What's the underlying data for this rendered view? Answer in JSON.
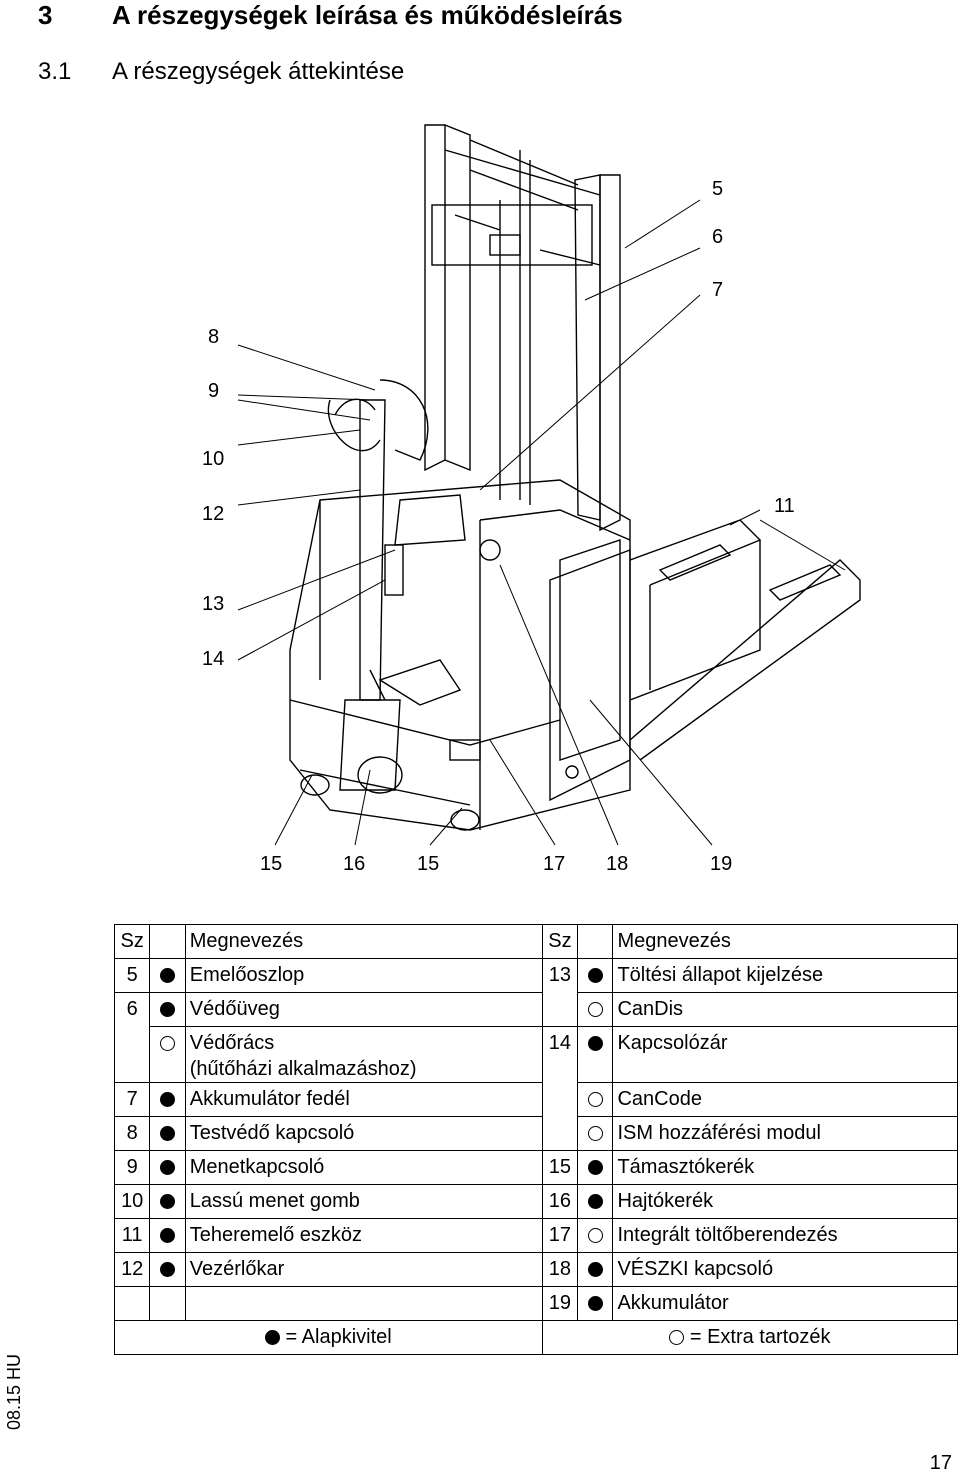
{
  "heading": {
    "number": "3",
    "title": "A részegységek leírása és működésleírás"
  },
  "subheading": {
    "number": "3.1",
    "title": "A részegységek áttekintése"
  },
  "figure": {
    "callouts": [
      "5",
      "6",
      "7",
      "8",
      "9",
      "10",
      "12",
      "11",
      "13",
      "14",
      "15",
      "16",
      "15",
      "17",
      "18",
      "19"
    ]
  },
  "table": {
    "header": {
      "sz1": "Sz",
      "name1": "Megnevezés",
      "sz2": "Sz",
      "name2": "Megnevezés"
    },
    "rows": [
      {
        "sz1": "5",
        "m1": "std",
        "n1": "Emelőoszlop",
        "sz2": "13",
        "m2": "std",
        "n2": "Töltési állapot kijelzése"
      },
      {
        "sz1": "6",
        "m1": "std",
        "n1": "Védőüveg",
        "sz2": "",
        "m2": "opt",
        "n2": "CanDis"
      },
      {
        "sz1": "",
        "m1": "opt",
        "n1": "Védőrács",
        "n1b": "(hűtőházi alkalmazáshoz)",
        "sz2": "14",
        "m2": "std",
        "n2": "Kapcsolózár"
      },
      {
        "sz1": "7",
        "m1": "std",
        "n1": "Akkumulátor fedél",
        "sz2": "",
        "m2": "opt",
        "n2": "CanCode"
      },
      {
        "sz1": "8",
        "m1": "std",
        "n1": "Testvédő kapcsoló",
        "sz2": "",
        "m2": "opt",
        "n2": "ISM hozzáférési modul"
      },
      {
        "sz1": "9",
        "m1": "std",
        "n1": "Menetkapcsoló",
        "sz2": "15",
        "m2": "std",
        "n2": "Támasztókerék"
      },
      {
        "sz1": "10",
        "m1": "std",
        "n1": "Lassú menet gomb",
        "sz2": "16",
        "m2": "std",
        "n2": "Hajtókerék"
      },
      {
        "sz1": "11",
        "m1": "std",
        "n1": "Teheremelő eszköz",
        "sz2": "17",
        "m2": "opt",
        "n2": "Integrált töltőberendezés"
      },
      {
        "sz1": "12",
        "m1": "std",
        "n1": "Vezérlőkar",
        "sz2": "18",
        "m2": "std",
        "n2": "VÉSZKI kapcsoló"
      },
      {
        "sz1": "",
        "m1": "",
        "n1": "",
        "sz2": "19",
        "m2": "std",
        "n2": "Akkumulátor"
      }
    ],
    "legend": {
      "std": "= Alapkivitel",
      "opt": "= Extra tartozék"
    }
  },
  "footer": {
    "code": "08.15 HU",
    "page": "17"
  }
}
